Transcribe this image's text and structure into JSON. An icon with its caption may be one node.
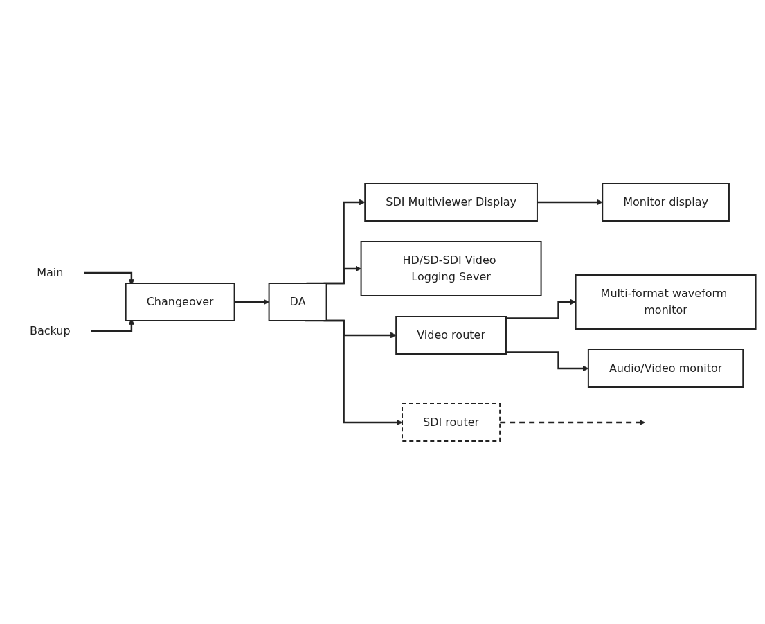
{
  "diagram": {
    "nodes": [
      {
        "text": [
          "Main"
        ]
      },
      {
        "text": [
          "Backup"
        ]
      },
      {
        "text": [
          "Changeover"
        ]
      },
      {
        "text": [
          "DA"
        ]
      },
      {
        "text": [
          "SDI Multiviewer Display"
        ]
      },
      {
        "text": [
          "Monitor display"
        ]
      },
      {
        "text": [
          "HD/SD-SDI Video Logging Sever"
        ]
      },
      {
        "text": [
          "Video router"
        ]
      },
      {
        "text": [
          "Multi-format waveform monitor"
        ]
      },
      {
        "text": [
          "Audio/Video monitor"
        ]
      },
      {
        "text": [
          "SDI router"
        ]
      }
    ],
    "edges": [
      {
        "from": 0,
        "to": 2,
        "arrow": "to"
      },
      {
        "from": 1,
        "to": 2,
        "arrow": "to"
      },
      {
        "from": 2,
        "to": 3,
        "arrow": "to"
      },
      {
        "from": 3,
        "to": 4,
        "arrow": "to"
      },
      {
        "from": 3,
        "to": 6,
        "arrow": "to"
      },
      {
        "from": 3,
        "to": 7,
        "arrow": "to"
      },
      {
        "from": 3,
        "to": 10,
        "arrow": "to"
      },
      {
        "from": 4,
        "to": 5,
        "arrow": "to"
      },
      {
        "from": 7,
        "to": 8,
        "arrow": "to"
      },
      {
        "from": 7,
        "to": 9,
        "arrow": "to"
      },
      {
        "from": 10,
        "to": null,
        "arrow": "to",
        "style": "dashed"
      }
    ]
  }
}
